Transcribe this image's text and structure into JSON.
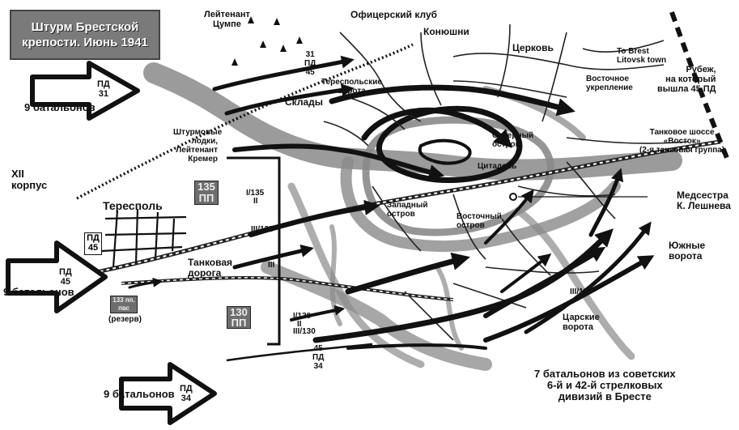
{
  "title": [
    "Штурм Брестской",
    "крепости. Июнь 1941"
  ],
  "labels": {
    "officers_club": "Офицерский клуб",
    "stables": "Конюшни",
    "church": "Церковь",
    "lt_tsumpe": [
      "Лейтенант",
      "Цумпе"
    ],
    "div_31_45": [
      "31",
      "ПД",
      "45"
    ],
    "to_brest": [
      "To Brest",
      "Litovsk town"
    ],
    "terespol_gate": [
      "Тереспольские",
      "ворота"
    ],
    "eastern_fort": [
      "Восточное",
      "укрепление"
    ],
    "line_45": [
      "Рубеж,",
      "на который",
      "вышла 45 ПД"
    ],
    "warehouses": "Склады",
    "assault_boats": [
      "Штурмовые",
      "лодки,",
      "Лейтенант",
      "Кремер"
    ],
    "northern_island": [
      "Северный",
      "остров"
    ],
    "tank_highway": [
      "Танковое шоссе",
      "«Восток»",
      "(2-я танковая группа)"
    ],
    "citadel": "Цитадель",
    "xii_corps": [
      "XII",
      "корпус"
    ],
    "nurse": [
      "Медсестра",
      "К. Лешнева"
    ],
    "terespol": "Тересполь",
    "western_island": [
      "Западный",
      "остров"
    ],
    "eastern_island": [
      "Восточный",
      "остров"
    ],
    "southern_gate": [
      "Южные",
      "ворота"
    ],
    "tank_road": [
      "Танковая",
      "дорога"
    ],
    "tsar_gate": [
      "Царские",
      "ворота"
    ],
    "soviet_forces": [
      "7 батальонов из советских",
      "6-й и 42-й стрелковых",
      "дивизий в Бресте"
    ],
    "pd45_box": [
      "ПД",
      "45"
    ],
    "reserve": "(резерв)",
    "reserve_box": [
      "133 пп.",
      "пвс"
    ]
  },
  "units": {
    "pp135": [
      "135",
      "ПП"
    ],
    "pp130": [
      "130",
      "ПП"
    ],
    "i135": "I/135",
    "ii_a": "II",
    "iii135": "III/135",
    "iii": "III",
    "i130": "I/130",
    "ii_b": "II",
    "iii130": "III/130",
    "iii130_r": "III/130",
    "div_45_34": [
      "45",
      "ПД",
      "34"
    ]
  },
  "big_arrows": [
    {
      "line1": "ПД",
      "line2": "31",
      "side": "9 батальонов"
    },
    {
      "line1": "ПД",
      "line2": "45",
      "side": "9 батальонов"
    },
    {
      "line1": "ПД",
      "line2": "34",
      "side": "9 батальонов"
    }
  ],
  "colors": {
    "river": "#8a8a8a",
    "road": "#222222",
    "arrow": "#111111"
  }
}
